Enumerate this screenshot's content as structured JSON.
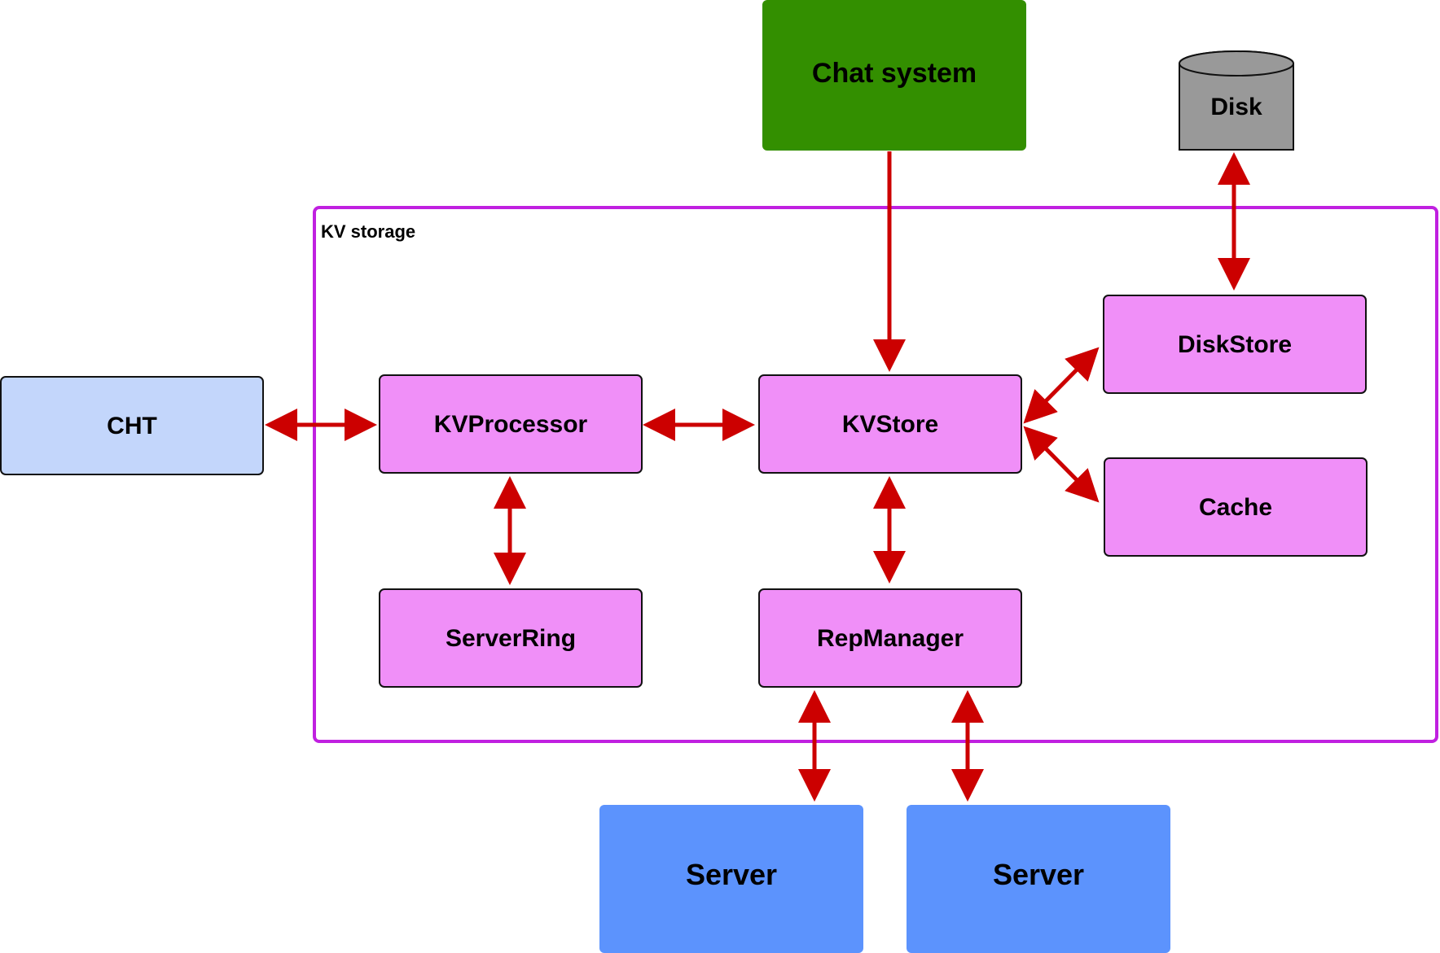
{
  "colors": {
    "arrow": "#cc0000",
    "container_border": "#c020e0",
    "component_fill": "#f08ff8",
    "cht_fill": "#c3d6fb",
    "chat_fill": "#338f00",
    "server_fill": "#5c93fd",
    "disk_fill": "#999999",
    "border": "#111111"
  },
  "container": {
    "label": "KV storage"
  },
  "nodes": {
    "chat_system": {
      "label": "Chat system"
    },
    "disk": {
      "label": "Disk"
    },
    "cht": {
      "label": "CHT"
    },
    "kv_processor": {
      "label": "KVProcessor"
    },
    "kv_store": {
      "label": "KVStore"
    },
    "disk_store": {
      "label": "DiskStore"
    },
    "cache": {
      "label": "Cache"
    },
    "server_ring": {
      "label": "ServerRing"
    },
    "rep_manager": {
      "label": "RepManager"
    },
    "server_1": {
      "label": "Server"
    },
    "server_2": {
      "label": "Server"
    }
  },
  "edges": [
    {
      "from": "chat_system",
      "to": "kv_store",
      "direction": "forward"
    },
    {
      "from": "disk",
      "to": "disk_store",
      "direction": "both"
    },
    {
      "from": "cht",
      "to": "kv_processor",
      "direction": "both"
    },
    {
      "from": "kv_processor",
      "to": "kv_store",
      "direction": "both"
    },
    {
      "from": "kv_store",
      "to": "disk_store",
      "direction": "both"
    },
    {
      "from": "kv_store",
      "to": "cache",
      "direction": "both"
    },
    {
      "from": "kv_processor",
      "to": "server_ring",
      "direction": "both"
    },
    {
      "from": "kv_store",
      "to": "rep_manager",
      "direction": "both"
    },
    {
      "from": "rep_manager",
      "to": "server_1",
      "direction": "both"
    },
    {
      "from": "rep_manager",
      "to": "server_2",
      "direction": "both"
    }
  ]
}
